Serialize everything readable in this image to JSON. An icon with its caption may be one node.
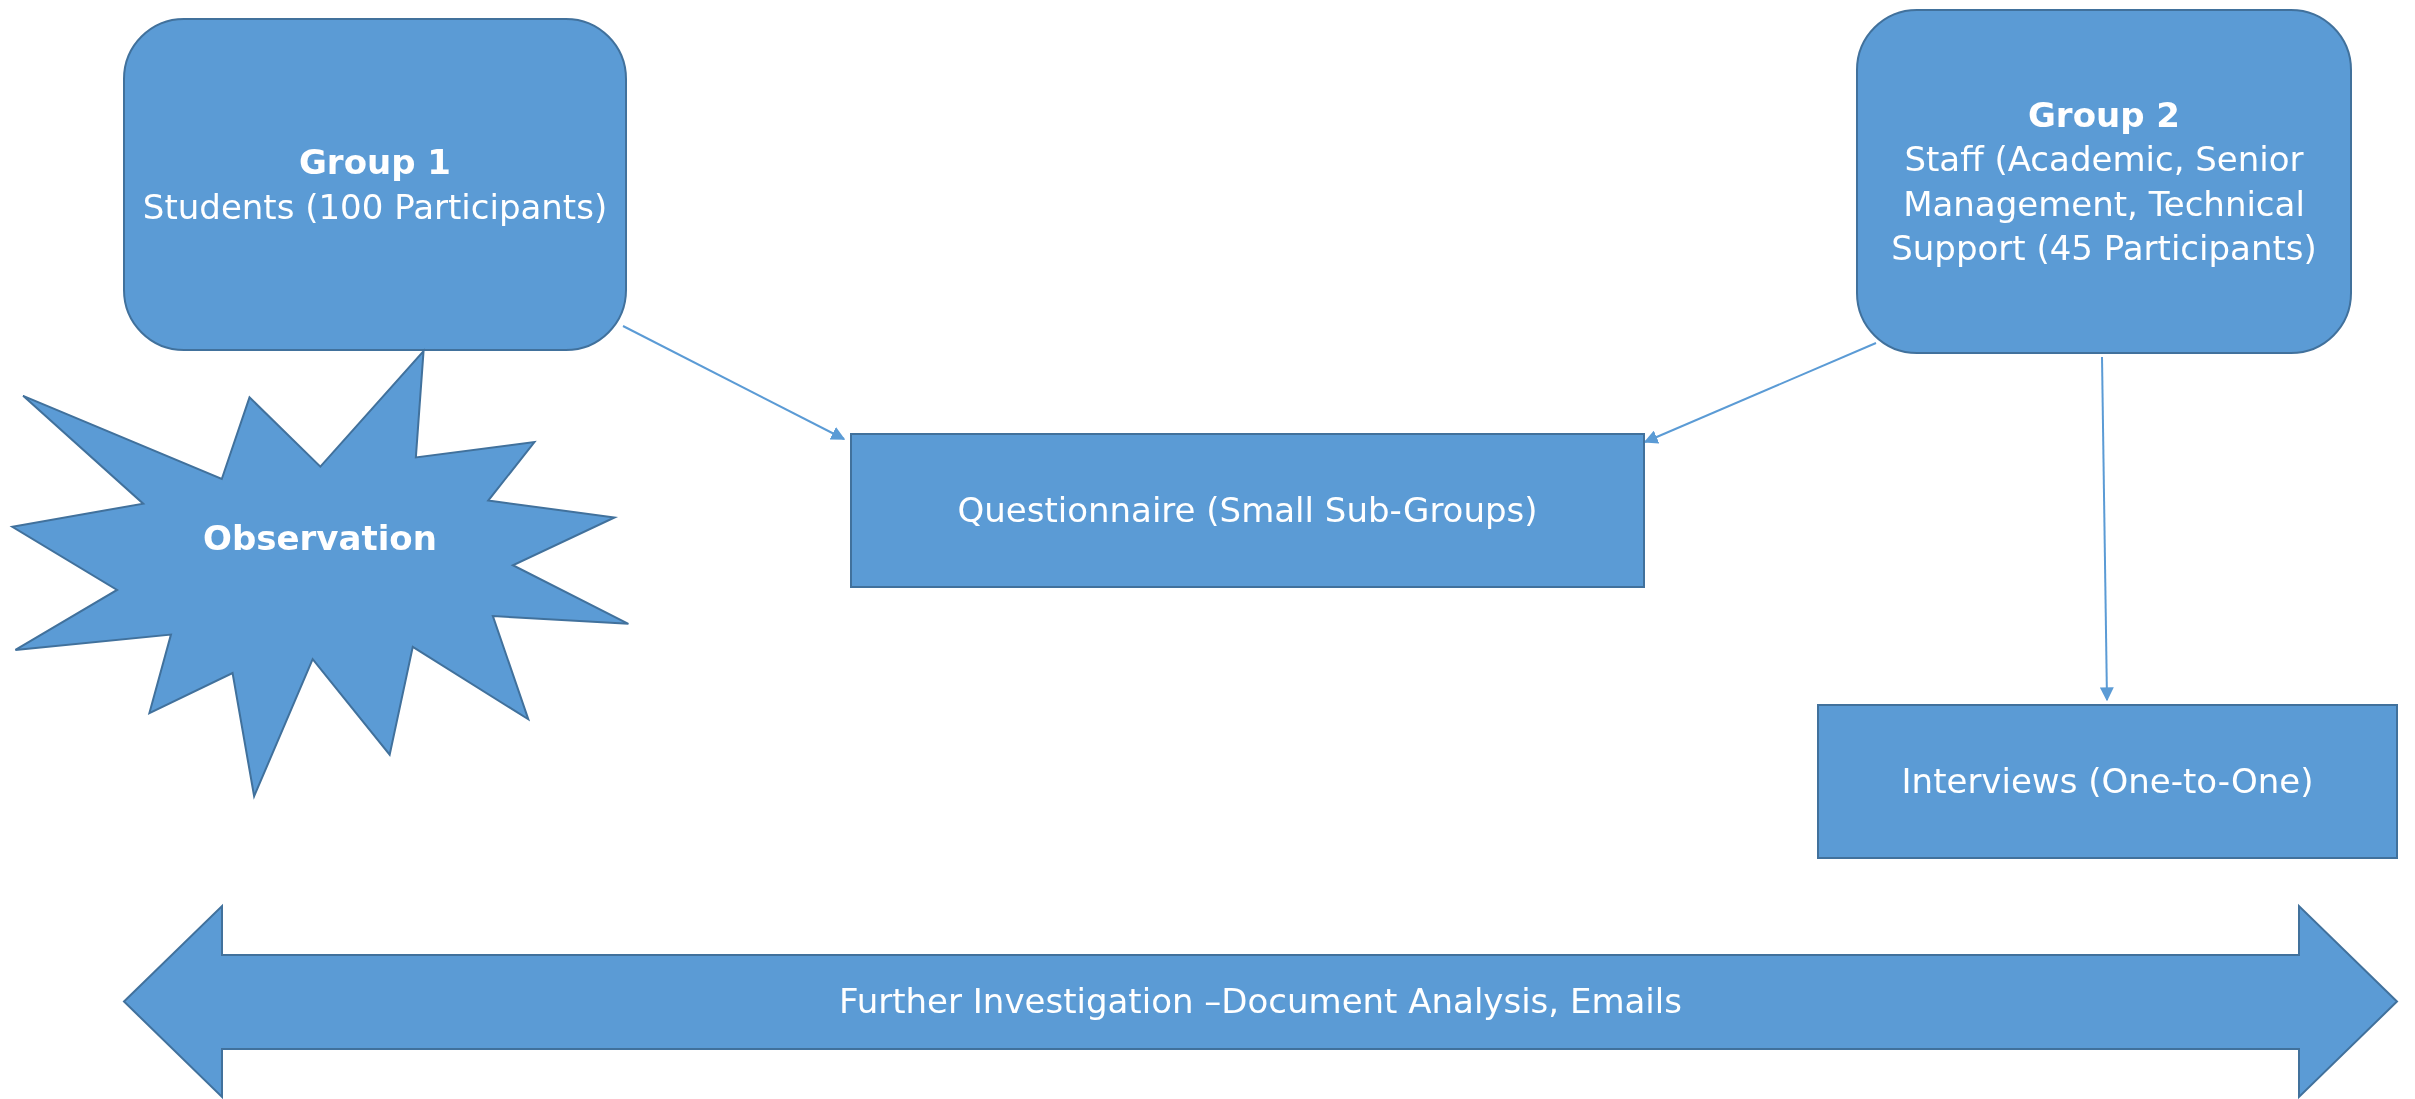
{
  "diagram": {
    "nodes": [
      {
        "text": [
          "Group 1",
          "Students (100 Participants)"
        ]
      },
      {
        "text": [
          "Observation"
        ]
      },
      {
        "text": [
          "Questionnaire (Small Sub-Groups)"
        ]
      },
      {
        "text": [
          "Group 2",
          "Staff (Academic, Senior Management, Technical Support (45 Participants)"
        ]
      },
      {
        "text": [
          "Interviews (One-to-One)"
        ]
      },
      {
        "text": [
          "Further Investigation –Document Analysis, Emails"
        ]
      }
    ],
    "edges": [
      {
        "from": 0,
        "to": 2,
        "arrow": "to"
      },
      {
        "from": 3,
        "to": 2,
        "arrow": "to"
      },
      {
        "from": 3,
        "to": 4,
        "arrow": "to"
      }
    ]
  }
}
